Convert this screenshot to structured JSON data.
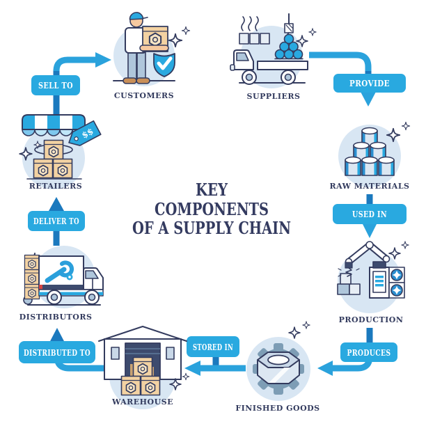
{
  "title": {
    "lines": [
      "KEY",
      "COMPONENTS",
      "OF A SUPPLY CHAIN"
    ]
  },
  "nodes": [
    {
      "id": "customers",
      "label": "CUSTOMERS",
      "icon": "customer-holding-box-icon"
    },
    {
      "id": "suppliers",
      "label": "SUPPLIERS",
      "icon": "supplier-truck-crane-icon"
    },
    {
      "id": "raw-materials",
      "label": "RAW MATERIALS",
      "icon": "raw-materials-stack-icon"
    },
    {
      "id": "production",
      "label": "PRODUCTION",
      "icon": "robotic-arm-machine-icon"
    },
    {
      "id": "finished-goods",
      "label": "FINISHED GOODS",
      "icon": "gear-nut-icon"
    },
    {
      "id": "warehouse",
      "label": "WAREHOUSE",
      "icon": "warehouse-building-icon"
    },
    {
      "id": "distributors",
      "label": "DISTRIBUTORS",
      "icon": "delivery-truck-icon"
    },
    {
      "id": "retailers",
      "label": "RETAILERS",
      "icon": "storefront-awning-icon"
    }
  ],
  "connectors": [
    {
      "from": "retailers",
      "to": "customers",
      "label": "SELL TO"
    },
    {
      "from": "suppliers",
      "to": "raw-materials",
      "label": "PROVIDE"
    },
    {
      "from": "raw-materials",
      "to": "production",
      "label": "USED IN"
    },
    {
      "from": "production",
      "to": "finished-goods",
      "label": "PRODUCES"
    },
    {
      "from": "finished-goods",
      "to": "warehouse",
      "label": "STORED IN"
    },
    {
      "from": "warehouse",
      "to": "distributors",
      "label": "DISTRIBUTED TO"
    },
    {
      "from": "distributors",
      "to": "retailers",
      "label": "DELIVER TO"
    }
  ],
  "retailers_price_tag": "$$",
  "colors": {
    "label_box": "#29A9E0",
    "arrow_light": "#2AA2DC",
    "arrow_dark": "#1B79BE",
    "outline_navy": "#333B5E",
    "node_circle_bg": "#D8E6F3",
    "title_text": "#343B60",
    "crate_tan": "#F3D2A2",
    "gear_grey_blue": "#7D9DB5"
  }
}
